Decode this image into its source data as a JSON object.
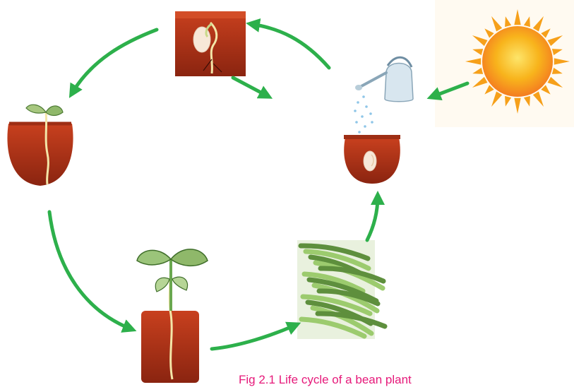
{
  "caption": "Fig 2.1 Life cycle of a bean plant",
  "colors": {
    "arrow": "#2db04b",
    "soil_dark": "#7a1a0a",
    "soil_mid": "#b8361a",
    "soil_light": "#d9542c",
    "root": "#f3e6a8",
    "seed": "#f7e8d8",
    "leaf": "#8fb86a",
    "leaf_dark": "#3f6e2a",
    "stem": "#6aa84f",
    "pod": "#9ccb6e",
    "pod_dark": "#5e8f3d",
    "sun_core": "#f8b41c",
    "sun_edge": "#f47c20",
    "sun_rays": "#f6a01a",
    "water": "#8fc6e8",
    "can": "#d8e6ef",
    "caption": "#e6197a"
  },
  "stages": [
    {
      "id": "seed-in-soil",
      "icon": "seed-in-soil-icon"
    },
    {
      "id": "germinating-seed",
      "icon": "germinating-seed-icon"
    },
    {
      "id": "seedling",
      "icon": "seedling-icon"
    },
    {
      "id": "young-plant",
      "icon": "young-plant-icon"
    },
    {
      "id": "bean-pods",
      "icon": "bean-pods-icon"
    }
  ],
  "inputs": [
    {
      "id": "watering-can",
      "icon": "watering-can-icon"
    },
    {
      "id": "sun",
      "icon": "sun-icon"
    }
  ]
}
